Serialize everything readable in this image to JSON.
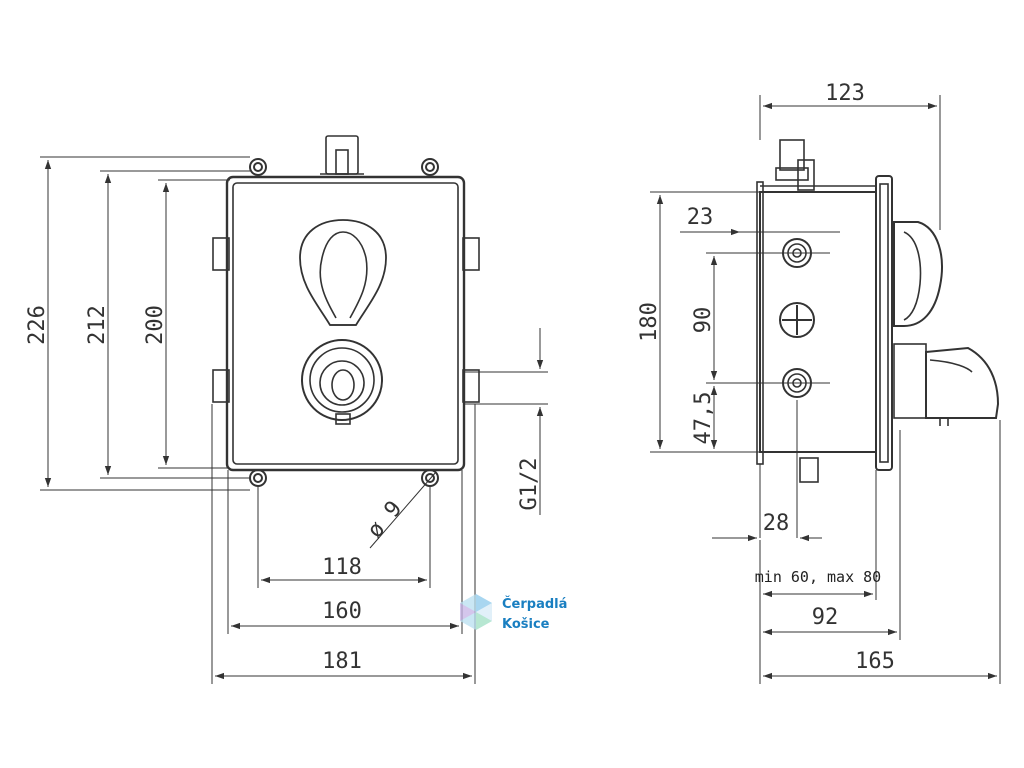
{
  "front_view": {
    "height_outer": "226",
    "height_mid": "212",
    "height_inner": "200",
    "hole_spacing": "118",
    "box_width": "160",
    "total_width": "181",
    "hole_diameter": "ø 9",
    "thread": "G1/2"
  },
  "side_view": {
    "depth_total": "123",
    "top_offset": "23",
    "height": "180",
    "port_spacing": "90",
    "bottom_offset": "47,5",
    "port_offset": "28",
    "mount_depth_range": "min 60, max 80",
    "faceplate_depth": "92",
    "overall_depth": "165"
  },
  "watermark": {
    "line1": "Čerpadlá",
    "line2": "Košice"
  }
}
